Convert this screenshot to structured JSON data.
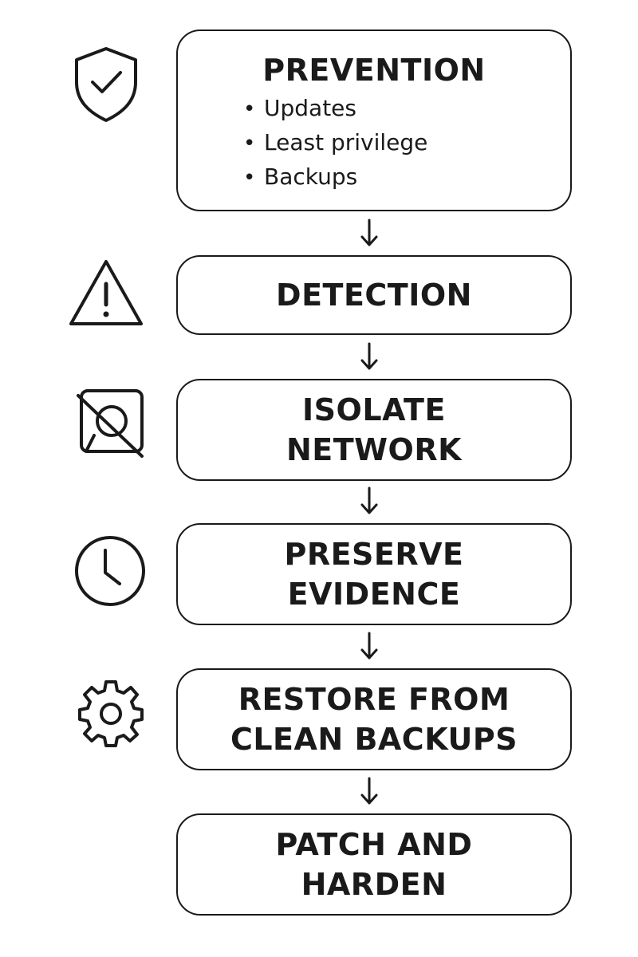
{
  "steps": [
    {
      "title": "PREVENTION",
      "icon": "shield-check-icon",
      "items": [
        "Updates",
        "Least privilege",
        "Backups"
      ]
    },
    {
      "title": "DETECTION",
      "icon": "warning-triangle-icon"
    },
    {
      "title": "ISOLATE\nNETWORK",
      "icon": "no-network-icon"
    },
    {
      "title": "PRESERVE\nEVIDENCE",
      "icon": "clock-icon"
    },
    {
      "title": "RESTORE FROM\nCLEAN BACKUPS",
      "icon": "gear-icon"
    },
    {
      "title": "PATCH AND\nHARDEN"
    }
  ],
  "colors": {
    "stroke": "#1a1a1a",
    "background": "#ffffff"
  }
}
